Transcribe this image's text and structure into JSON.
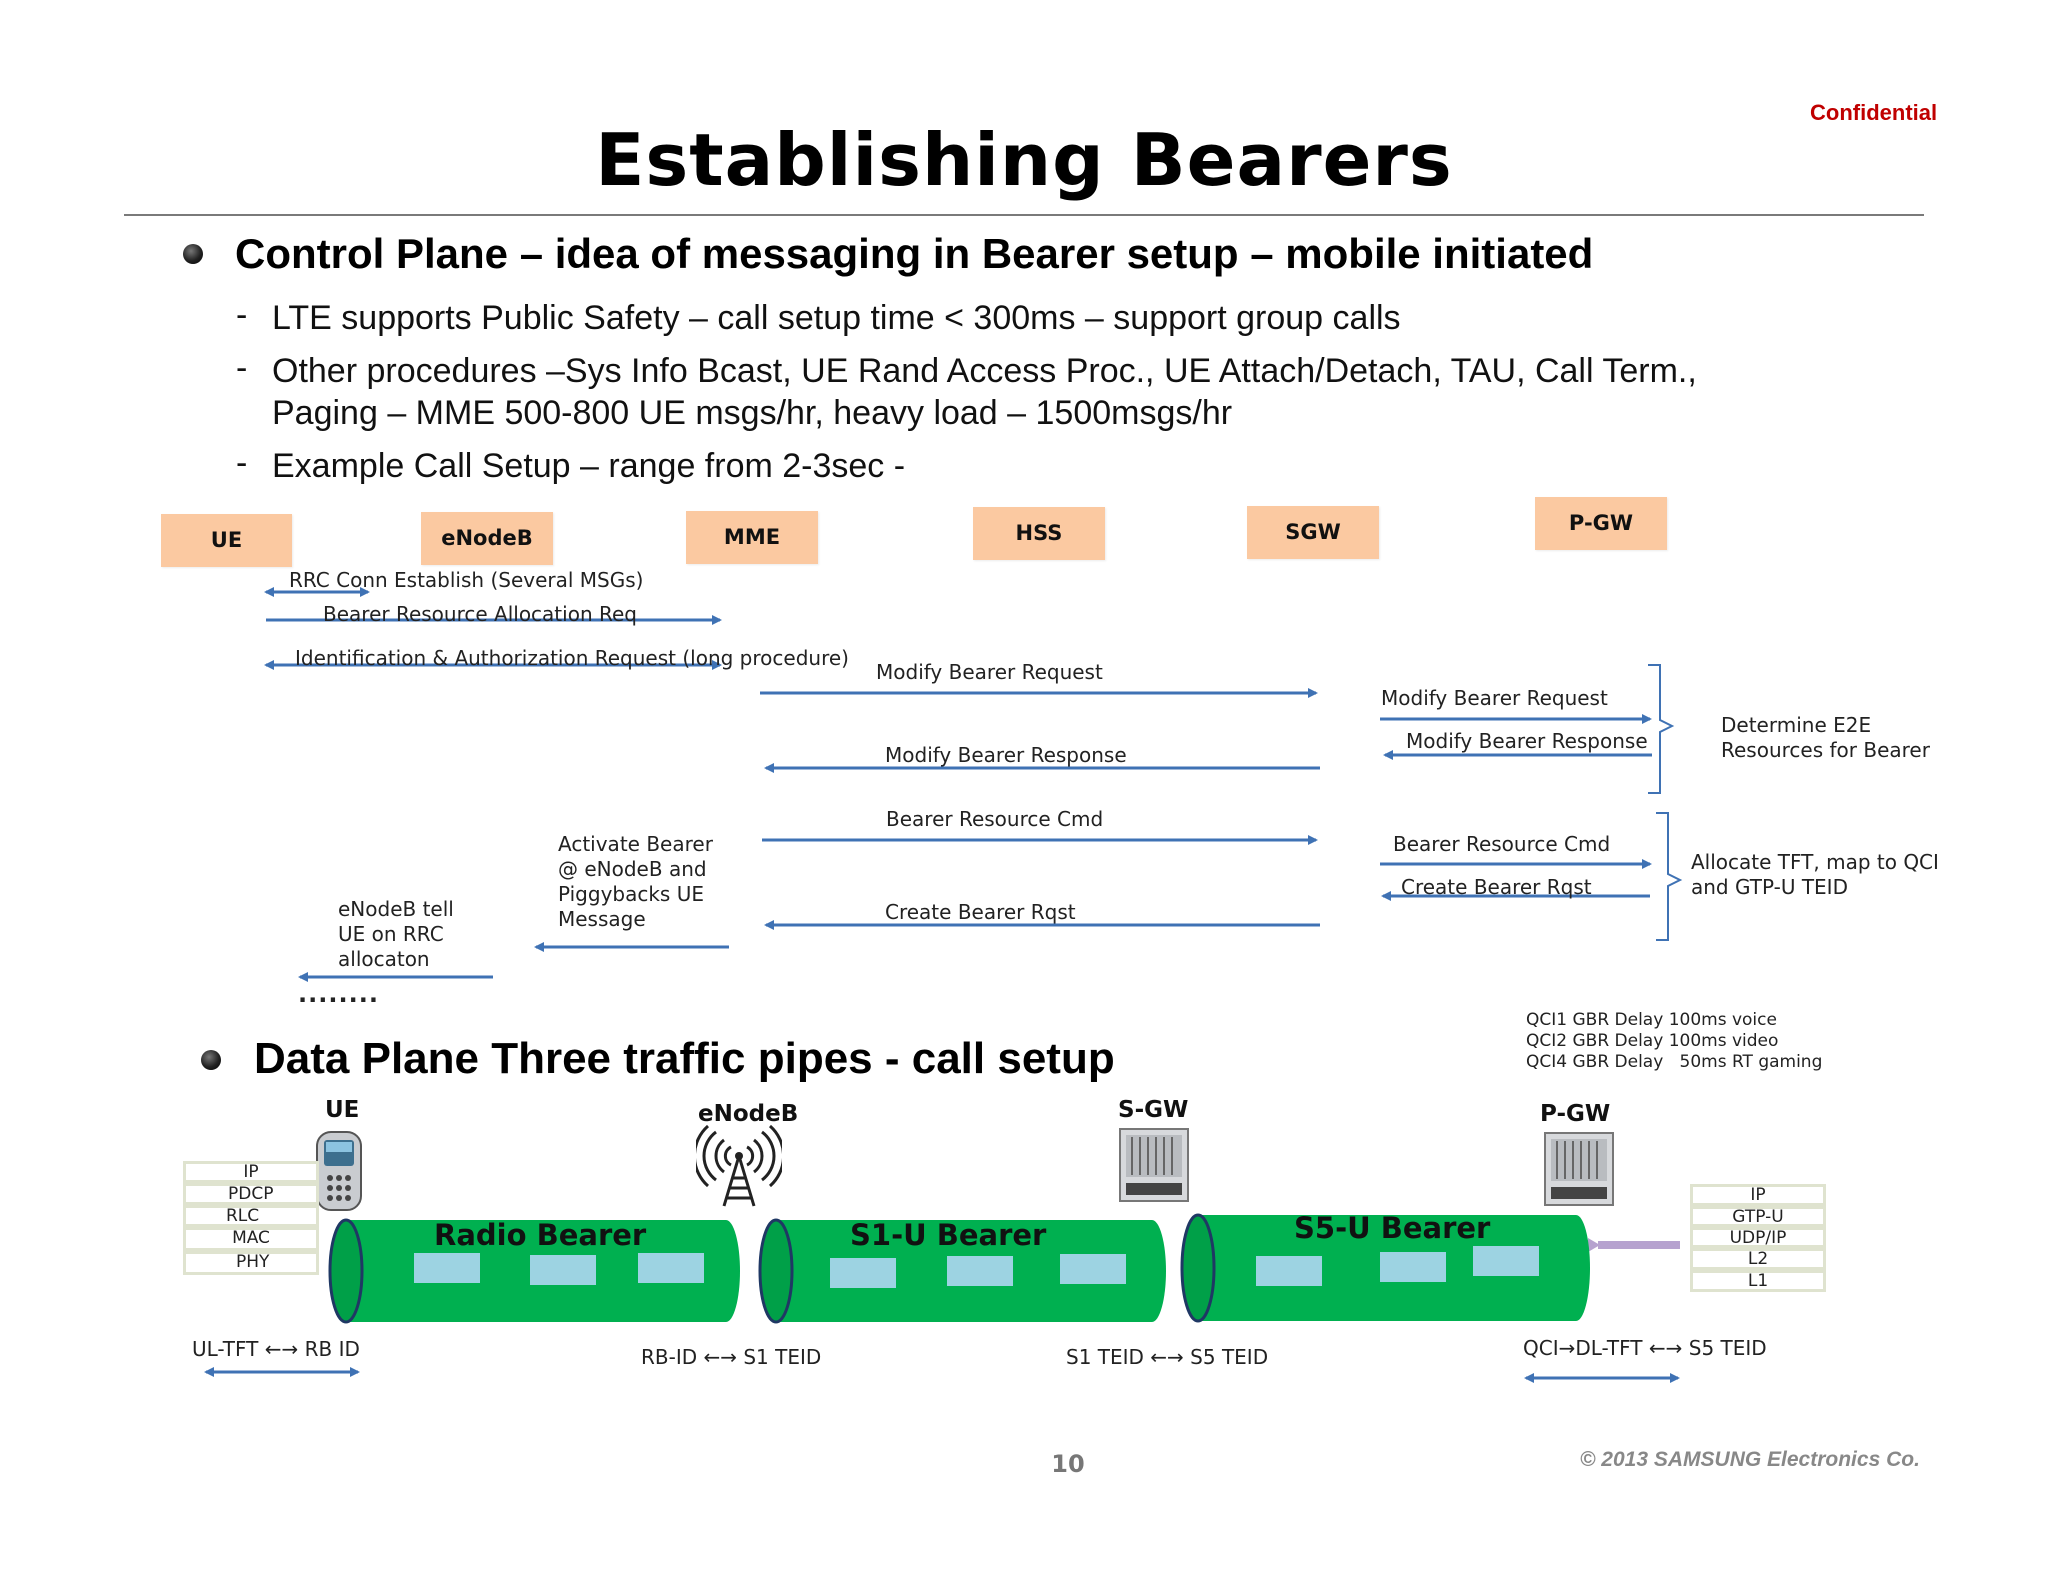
{
  "header": {
    "confidential": "Confidential",
    "title": "Establishing Bearers"
  },
  "control_plane": {
    "heading": "Control Plane – idea of messaging in Bearer setup – mobile initiated",
    "bullets": [
      "LTE supports Public Safety – call setup time < 300ms – support group calls",
      "Other procedures –Sys Info Bcast, UE Rand Access Proc., UE Attach/Detach, TAU, Call Term.,",
      "Paging – MME 500-800 UE msgs/hr, heavy load – 1500msgs/hr",
      "Example Call Setup – range from 2-3sec -"
    ],
    "nodes": [
      "UE",
      "eNodeB",
      "MME",
      "HSS",
      "SGW",
      "P-GW"
    ],
    "messages": {
      "rrc": "RRC Conn Establish (Several MSGs)",
      "bearer_alloc": "Bearer Resource Allocation Req",
      "ident_auth": "Identification & Authorization Request (long procedure)",
      "modify_req_1": "Modify Bearer Request",
      "modify_req_2": "Modify Bearer Request",
      "modify_resp_1": "Modify Bearer Response",
      "modify_resp_2": "Modify Bearer Response",
      "bearer_cmd_1": "Bearer Resource Cmd",
      "bearer_cmd_2": "Bearer Resource Cmd",
      "create_rqst_1": "Create Bearer Rqst",
      "create_rqst_2": "Create Bearer Rqst",
      "determine_note": [
        "Determine E2E",
        "Resources for Bearer"
      ],
      "allocate_note": [
        "Allocate TFT, map to QCI",
        "and GTP-U TEID"
      ],
      "activate_note": [
        "Activate Bearer",
        "@ eNodeB and",
        "Piggybacks UE",
        "Message"
      ],
      "tell_note": [
        "eNodeB tell",
        "UE on RRC",
        "allocaton"
      ],
      "ellipsis": "........"
    }
  },
  "data_plane": {
    "heading": "Data Plane Three traffic pipes - call setup",
    "qci": [
      "QCI1 GBR Delay 100ms voice",
      "QCI2 GBR Delay 100ms video",
      "QCI4 GBR Delay   50ms RT gaming"
    ],
    "nodes": [
      "UE",
      "eNodeB",
      "S-GW",
      "P-GW"
    ],
    "ue_stack": [
      "IP",
      "PDCP",
      "RLC",
      "MAC",
      "PHY"
    ],
    "pgw_stack": [
      "IP",
      "GTP-U",
      "UDP/IP",
      "L2",
      "L1"
    ],
    "pipes": [
      "Radio Bearer",
      "S1-U Bearer",
      "S5-U Bearer"
    ],
    "mappings": [
      "UL-TFT ←→ RB ID",
      "RB-ID ←→ S1 TEID",
      "S1 TEID ←→ S5 TEID",
      "QCI→DL-TFT ←→ S5 TEID"
    ],
    "colors": {
      "pipe": "#00b050",
      "packet": "#9dd3e2",
      "arrow": "#3f72b4",
      "node": "#fbc9a1"
    }
  },
  "footer": {
    "page": "10",
    "copyright": "© 2013 SAMSUNG Electronics Co."
  }
}
